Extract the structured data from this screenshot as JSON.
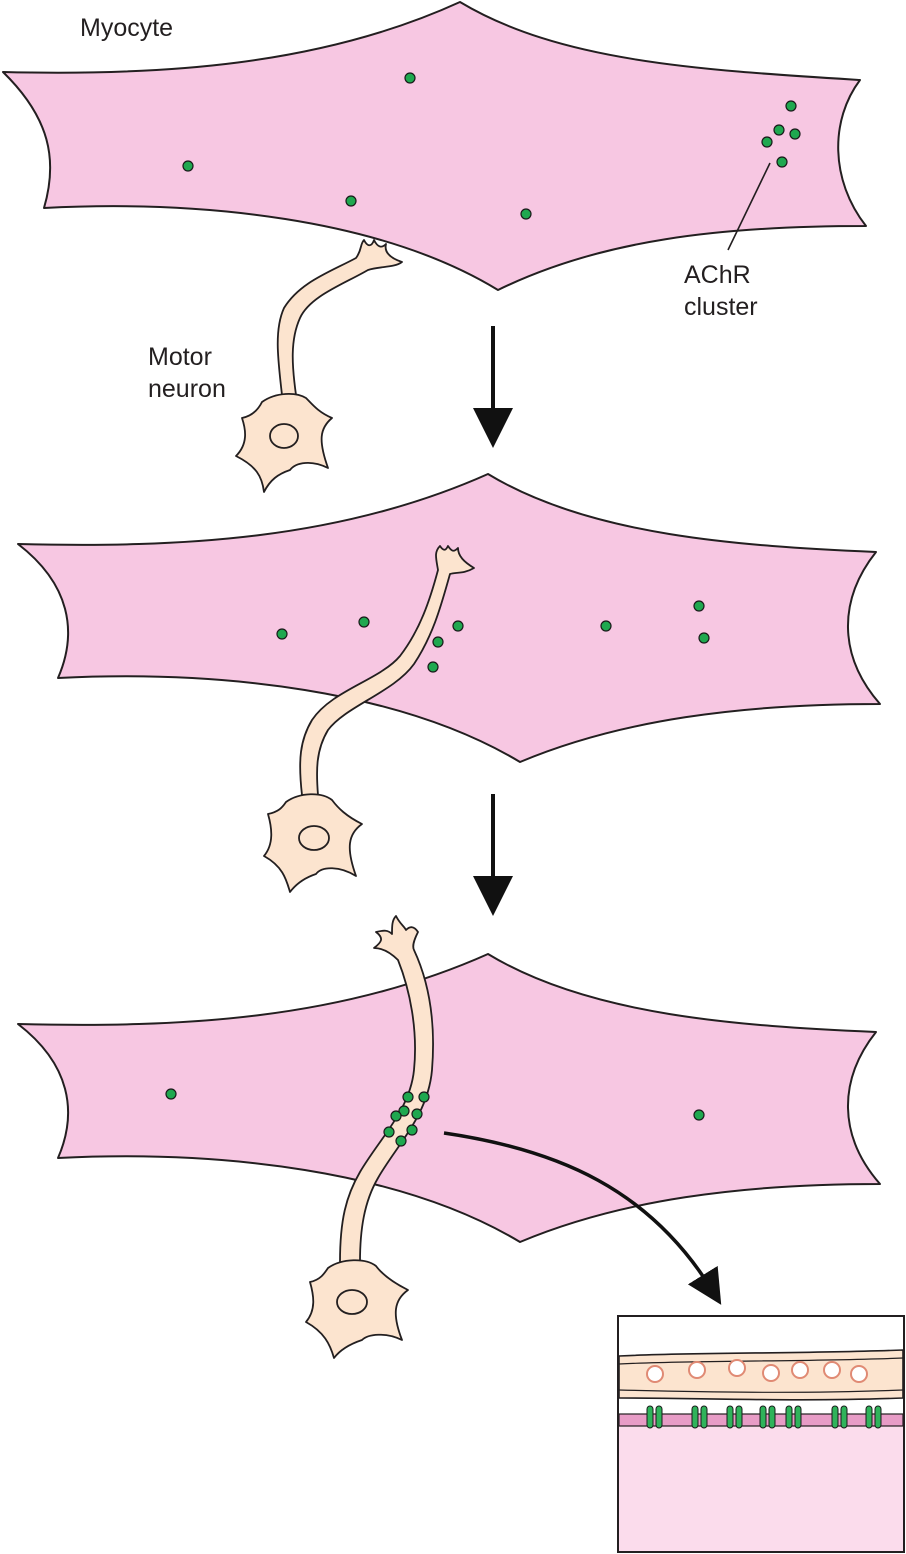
{
  "labels": {
    "myocyte": "Myocyte",
    "achr_line1": "AChR",
    "achr_line2": "cluster",
    "motor_line1": "Motor",
    "motor_line2": "neuron"
  },
  "colors": {
    "myocyte_fill": "#f7c7e2",
    "neuron_fill": "#fce4cf",
    "achr_green": "#1fa84f",
    "inset_muscle": "#fbdcec",
    "outline": "#231f20"
  },
  "icons": {
    "arrow": "down-arrow-icon",
    "curved_arrow": "curved-arrow-icon"
  }
}
